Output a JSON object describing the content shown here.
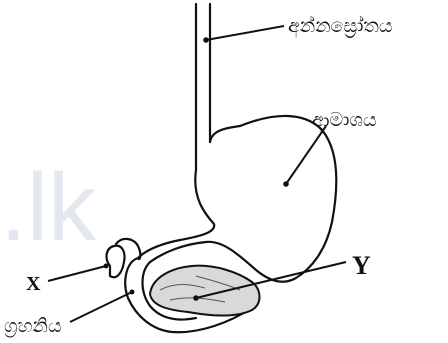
{
  "labels": {
    "esophagus": "අන්නස්‍රෝතය",
    "stomach": "ආමාශය",
    "x": "X",
    "y": "Y",
    "duodenum": "ග්‍රහනිය"
  },
  "watermark": ".lk",
  "colors": {
    "stroke": "#111111",
    "watermark": "#e3e7ef",
    "pancreas_fill": "#d9d9d9"
  }
}
